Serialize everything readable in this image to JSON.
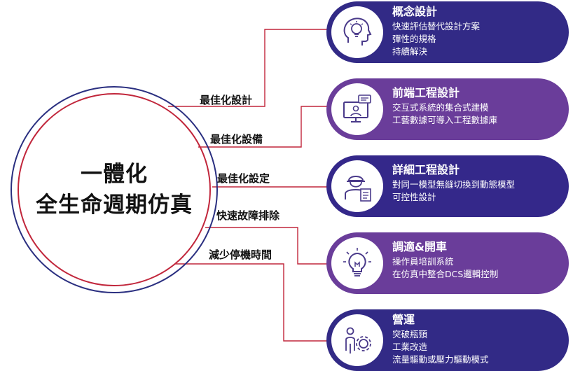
{
  "center": {
    "line1": "一體化",
    "line2": "全生命週期仿真"
  },
  "branches": [
    "最佳化設計",
    "最佳化設備",
    "最佳化設定",
    "快速故障排除",
    "減少停機時間"
  ],
  "stages": [
    {
      "title": "概念設計",
      "lines": [
        "快速評估替代設計方案",
        "彈性的規格",
        "持續解決"
      ],
      "icon": "lightbulb-head-icon"
    },
    {
      "title": "前端工程設計",
      "lines": [
        "交互式系統的集合式建模",
        "工藝數據可導入工程數據庫"
      ],
      "icon": "video-conference-icon"
    },
    {
      "title": "詳細工程設計",
      "lines": [
        "對同一模型無縫切換到動態模型",
        "可控性設計"
      ],
      "icon": "engineer-helmet-icon"
    },
    {
      "title": "調適&開車",
      "lines": [
        "操作員培訓系統",
        "在仿真中整合DCS邏輯控制"
      ],
      "icon": "lightbulb-idea-icon"
    },
    {
      "title": "營運",
      "lines": [
        "突破瓶頸",
        "工業改造",
        "流量驅動或壓力驅動模式"
      ],
      "icon": "person-gear-icon"
    }
  ],
  "colors": {
    "outer_ring": "#2a2f80",
    "inner_ring": "#c1263b",
    "connector": "#c1263b",
    "pill_dark": "#322a86",
    "pill_purple": "#6a3d9a",
    "icon_stroke": "#4a3a8a"
  }
}
